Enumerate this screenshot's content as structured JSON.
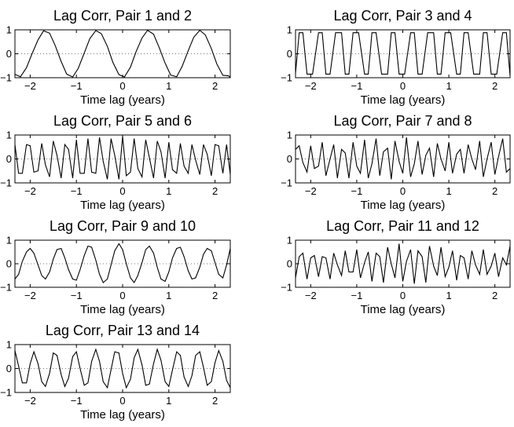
{
  "chart_data": [
    {
      "type": "line",
      "title": "Lag Corr, Pair 1 and 2",
      "xlabel": "Time lag (years)",
      "ylabel": "",
      "xlim": [
        -2.33,
        2.33
      ],
      "ylim": [
        -1,
        1
      ],
      "xticks": [
        "-2",
        "-1",
        "0",
        "1",
        "2"
      ],
      "yticks": [
        "-1",
        "0",
        "1"
      ],
      "zero_line": "dotted",
      "series": [
        {
          "x": [
            -2.33,
            -2.21,
            -2.08,
            -1.96,
            -1.83,
            -1.71,
            -1.58,
            -1.46,
            -1.33,
            -1.21,
            -1.08,
            -0.96,
            -0.83,
            -0.71,
            -0.58,
            -0.46,
            -0.33,
            -0.21,
            -0.08,
            0.04,
            0.17,
            0.29,
            0.42,
            0.54,
            0.67,
            0.79,
            0.92,
            1.04,
            1.17,
            1.29,
            1.42,
            1.54,
            1.67,
            1.79,
            1.92,
            2.04,
            2.17,
            2.29,
            2.33
          ],
          "y": [
            -0.86,
            -0.96,
            -0.58,
            0.0,
            0.58,
            0.96,
            0.86,
            0.35,
            -0.32,
            -0.85,
            -0.97,
            -0.61,
            0.03,
            0.63,
            0.97,
            0.84,
            0.31,
            -0.36,
            -0.87,
            -0.97,
            -0.56,
            0.08,
            0.66,
            0.98,
            0.82,
            0.27,
            -0.39,
            -0.89,
            -0.96,
            -0.52,
            0.13,
            0.69,
            0.98,
            0.79,
            0.22,
            -0.43,
            -0.9,
            -0.92,
            -0.98
          ]
        }
      ]
    },
    {
      "type": "line",
      "title": "Lag Corr, Pair 3 and 4",
      "xlabel": "Time lag (years)",
      "ylabel": "",
      "xlim": [
        -2.33,
        2.33
      ],
      "ylim": [
        -1,
        1
      ],
      "xticks": [
        "-2",
        "-1",
        "0",
        "1",
        "2"
      ],
      "yticks": [
        "-1",
        "0",
        "1"
      ],
      "zero_line": "dotted",
      "series": [
        {
          "x": [
            -2.33,
            -2.25,
            -2.17,
            -2.08,
            -1.96,
            -1.83,
            -1.75,
            -1.67,
            -1.58,
            -1.46,
            -1.33,
            -1.25,
            -1.17,
            -1.08,
            -0.96,
            -0.83,
            -0.75,
            -0.67,
            -0.58,
            -0.46,
            -0.33,
            -0.25,
            -0.17,
            -0.08,
            0.04,
            0.17,
            0.25,
            0.33,
            0.42,
            0.54,
            0.67,
            0.75,
            0.83,
            0.92,
            1.04,
            1.17,
            1.25,
            1.33,
            1.42,
            1.54,
            1.67,
            1.75,
            1.83,
            1.92,
            2.04,
            2.17,
            2.25,
            2.33
          ],
          "y": [
            -0.82,
            0.88,
            0.88,
            -0.85,
            -0.85,
            0.88,
            0.88,
            -0.85,
            -0.85,
            0.88,
            0.88,
            -0.85,
            -0.85,
            0.88,
            0.88,
            -0.85,
            -0.85,
            0.88,
            0.88,
            -0.85,
            -0.85,
            0.88,
            0.88,
            -0.85,
            -0.85,
            0.88,
            0.88,
            -0.85,
            -0.85,
            0.88,
            0.88,
            -0.85,
            -0.85,
            0.88,
            0.88,
            -0.85,
            -0.85,
            0.88,
            0.88,
            -0.85,
            -0.85,
            0.88,
            0.88,
            -0.85,
            -0.85,
            0.88,
            0.88,
            -0.92
          ]
        }
      ]
    },
    {
      "type": "line",
      "title": "Lag Corr, Pair 5 and 6",
      "xlabel": "Time lag (years)",
      "ylabel": "",
      "xlim": [
        -2.33,
        2.33
      ],
      "ylim": [
        -1,
        1
      ],
      "xticks": [
        "-2",
        "-1",
        "0",
        "1",
        "2"
      ],
      "yticks": [
        "-1",
        "0",
        "1"
      ],
      "zero_line": "dotted",
      "series": [
        {
          "x": [
            -2.33,
            -2.25,
            -2.17,
            -2.08,
            -2.0,
            -1.92,
            -1.83,
            -1.75,
            -1.67,
            -1.58,
            -1.5,
            -1.42,
            -1.33,
            -1.25,
            -1.17,
            -1.08,
            -1.0,
            -0.92,
            -0.83,
            -0.75,
            -0.67,
            -0.58,
            -0.5,
            -0.42,
            -0.33,
            -0.25,
            -0.17,
            -0.08,
            0.0,
            0.08,
            0.17,
            0.25,
            0.33,
            0.42,
            0.5,
            0.58,
            0.67,
            0.75,
            0.83,
            0.92,
            1.0,
            1.08,
            1.17,
            1.25,
            1.33,
            1.42,
            1.5,
            1.58,
            1.67,
            1.75,
            1.83,
            1.92,
            2.0,
            2.08,
            2.17,
            2.25,
            2.33
          ],
          "y": [
            0.6,
            -0.6,
            -0.6,
            0.6,
            0.55,
            -0.55,
            -0.5,
            0.65,
            -0.25,
            -0.75,
            0.75,
            0.15,
            -0.8,
            0.6,
            0.4,
            -0.8,
            0.8,
            -0.6,
            -0.6,
            0.85,
            -0.55,
            -0.6,
            0.9,
            -0.1,
            -0.85,
            0.85,
            0.15,
            -0.85,
            0.95,
            -0.7,
            -0.55,
            0.85,
            -0.4,
            -0.75,
            0.8,
            0.05,
            -0.8,
            0.75,
            0.3,
            -0.8,
            0.7,
            -0.45,
            -0.6,
            0.65,
            -0.3,
            -0.6,
            0.6,
            -0.05,
            -0.65,
            0.6,
            0.2,
            -0.7,
            0.6,
            0.55,
            -0.6,
            0.6,
            -0.65
          ]
        }
      ]
    },
    {
      "type": "line",
      "title": "Lag Corr, Pair 7 and 8",
      "xlabel": "Time lag (years)",
      "ylabel": "",
      "xlim": [
        -2.33,
        2.33
      ],
      "ylim": [
        -1,
        1
      ],
      "xticks": [
        "-2",
        "-1",
        "0",
        "1",
        "2"
      ],
      "yticks": [
        "-1",
        "0",
        "1"
      ],
      "zero_line": "dotted",
      "series": [
        {
          "x": [
            -2.33,
            -2.25,
            -2.17,
            -2.08,
            -2.0,
            -1.92,
            -1.83,
            -1.75,
            -1.67,
            -1.58,
            -1.5,
            -1.42,
            -1.33,
            -1.25,
            -1.17,
            -1.08,
            -1.0,
            -0.92,
            -0.83,
            -0.75,
            -0.67,
            -0.58,
            -0.5,
            -0.42,
            -0.33,
            -0.25,
            -0.17,
            -0.08,
            0.0,
            0.08,
            0.17,
            0.25,
            0.33,
            0.42,
            0.5,
            0.58,
            0.67,
            0.75,
            0.83,
            0.92,
            1.0,
            1.08,
            1.17,
            1.25,
            1.33,
            1.42,
            1.5,
            1.58,
            1.67,
            1.75,
            1.83,
            1.92,
            2.0,
            2.08,
            2.17,
            2.25,
            2.33
          ],
          "y": [
            0.4,
            0.55,
            -0.15,
            -0.55,
            0.55,
            -0.4,
            -0.3,
            0.7,
            -0.7,
            0.0,
            0.6,
            -0.8,
            0.4,
            0.25,
            -0.8,
            0.7,
            -0.3,
            -0.6,
            0.8,
            -0.8,
            -0.2,
            0.85,
            -0.7,
            0.3,
            0.45,
            -0.85,
            0.75,
            -0.1,
            -0.6,
            0.9,
            -0.75,
            -0.2,
            0.75,
            -0.65,
            0.15,
            0.45,
            -0.75,
            0.65,
            0.0,
            -0.5,
            0.7,
            -0.6,
            0.2,
            0.4,
            -0.6,
            0.6,
            0.0,
            -0.45,
            0.75,
            -0.75,
            0.0,
            0.7,
            -0.65,
            0.1,
            0.85,
            -0.55,
            -0.4
          ]
        }
      ]
    },
    {
      "type": "line",
      "title": "Lag Corr, Pair 9 and 10",
      "xlabel": "Time lag (years)",
      "ylabel": "",
      "xlim": [
        -2.33,
        2.33
      ],
      "ylim": [
        -1,
        1
      ],
      "xticks": [
        "-2",
        "-1",
        "0",
        "1",
        "2"
      ],
      "yticks": [
        "-1",
        "0",
        "1"
      ],
      "zero_line": "dotted",
      "series": [
        {
          "x": [
            -2.33,
            -2.25,
            -2.17,
            -2.08,
            -2.0,
            -1.92,
            -1.83,
            -1.75,
            -1.67,
            -1.58,
            -1.5,
            -1.42,
            -1.33,
            -1.25,
            -1.17,
            -1.08,
            -1.0,
            -0.92,
            -0.83,
            -0.75,
            -0.67,
            -0.58,
            -0.5,
            -0.42,
            -0.33,
            -0.25,
            -0.17,
            -0.08,
            0.0,
            0.08,
            0.17,
            0.25,
            0.33,
            0.42,
            0.5,
            0.58,
            0.67,
            0.75,
            0.83,
            0.92,
            1.0,
            1.08,
            1.17,
            1.25,
            1.33,
            1.42,
            1.5,
            1.58,
            1.67,
            1.75,
            1.83,
            1.92,
            2.0,
            2.08,
            2.17,
            2.25,
            2.33
          ],
          "y": [
            -0.65,
            -0.45,
            0.1,
            0.5,
            0.65,
            0.45,
            -0.05,
            -0.5,
            -0.65,
            -0.35,
            0.2,
            0.6,
            0.65,
            0.25,
            -0.25,
            -0.65,
            -0.7,
            -0.25,
            0.35,
            0.75,
            0.7,
            0.15,
            -0.45,
            -0.8,
            -0.65,
            -0.05,
            0.55,
            0.85,
            0.6,
            0.0,
            -0.6,
            -0.8,
            -0.5,
            0.05,
            0.6,
            0.75,
            0.45,
            -0.15,
            -0.65,
            -0.75,
            -0.35,
            0.25,
            0.65,
            0.7,
            0.3,
            -0.3,
            -0.65,
            -0.6,
            -0.15,
            0.4,
            0.65,
            0.55,
            0.05,
            -0.45,
            -0.6,
            -0.05,
            0.65
          ]
        }
      ]
    },
    {
      "type": "line",
      "title": "Lag Corr, Pair 11 and 12",
      "xlabel": "Time lag (years)",
      "ylabel": "",
      "xlim": [
        -2.33,
        2.33
      ],
      "ylim": [
        -1,
        1
      ],
      "xticks": [
        "-2",
        "-1",
        "0",
        "1",
        "2"
      ],
      "yticks": [
        "-1",
        "0",
        "1"
      ],
      "zero_line": "dotted",
      "series": [
        {
          "x": [
            -2.33,
            -2.25,
            -2.17,
            -2.08,
            -2.0,
            -1.92,
            -1.83,
            -1.75,
            -1.67,
            -1.58,
            -1.5,
            -1.42,
            -1.33,
            -1.25,
            -1.17,
            -1.08,
            -1.0,
            -0.92,
            -0.83,
            -0.75,
            -0.67,
            -0.58,
            -0.5,
            -0.42,
            -0.33,
            -0.25,
            -0.17,
            -0.08,
            0.0,
            0.08,
            0.17,
            0.25,
            0.33,
            0.42,
            0.5,
            0.58,
            0.67,
            0.75,
            0.83,
            0.92,
            1.0,
            1.08,
            1.17,
            1.25,
            1.33,
            1.42,
            1.5,
            1.58,
            1.67,
            1.75,
            1.83,
            1.92,
            2.0,
            2.08,
            2.17,
            2.25,
            2.33
          ],
          "y": [
            -0.6,
            0.3,
            0.45,
            -0.65,
            0.25,
            0.35,
            -0.55,
            0.3,
            0.25,
            -0.65,
            0.45,
            -0.05,
            -0.5,
            0.55,
            -0.35,
            -0.35,
            0.6,
            -0.6,
            0.05,
            0.5,
            -0.75,
            0.45,
            0.3,
            -0.8,
            0.7,
            0.0,
            -0.6,
            0.85,
            -0.75,
            0.1,
            0.6,
            -0.85,
            0.55,
            0.3,
            -0.8,
            0.75,
            -0.1,
            -0.5,
            0.7,
            -0.55,
            -0.15,
            0.55,
            -0.7,
            0.35,
            0.25,
            -0.65,
            0.55,
            -0.05,
            -0.45,
            0.6,
            -0.45,
            -0.1,
            0.45,
            -0.55,
            0.25,
            -0.05,
            0.75
          ]
        }
      ]
    },
    {
      "type": "line",
      "title": "Lag Corr, Pair 13 and 14",
      "xlabel": "Time lag (years)",
      "ylabel": "",
      "xlim": [
        -2.33,
        2.33
      ],
      "ylim": [
        -1,
        1
      ],
      "xticks": [
        "-2",
        "-1",
        "0",
        "1",
        "2"
      ],
      "yticks": [
        "-1",
        "0",
        "1"
      ],
      "zero_line": "dotted",
      "series": [
        {
          "x": [
            -2.33,
            -2.25,
            -2.17,
            -2.08,
            -2.0,
            -1.92,
            -1.83,
            -1.75,
            -1.67,
            -1.58,
            -1.5,
            -1.42,
            -1.33,
            -1.25,
            -1.17,
            -1.08,
            -1.0,
            -0.92,
            -0.83,
            -0.75,
            -0.67,
            -0.58,
            -0.5,
            -0.42,
            -0.33,
            -0.25,
            -0.17,
            -0.08,
            0.0,
            0.08,
            0.17,
            0.25,
            0.33,
            0.42,
            0.5,
            0.58,
            0.67,
            0.75,
            0.83,
            0.92,
            1.0,
            1.08,
            1.17,
            1.25,
            1.33,
            1.42,
            1.5,
            1.58,
            1.67,
            1.75,
            1.83,
            1.92,
            2.0,
            2.08,
            2.17,
            2.25,
            2.33
          ],
          "y": [
            0.75,
            0.1,
            -0.6,
            -0.6,
            0.2,
            0.7,
            0.2,
            -0.55,
            -0.75,
            -0.2,
            0.65,
            0.55,
            -0.25,
            -0.75,
            -0.4,
            0.5,
            0.7,
            0.0,
            -0.7,
            -0.6,
            0.3,
            0.8,
            0.3,
            -0.55,
            -0.8,
            -0.05,
            0.7,
            0.65,
            -0.2,
            -0.8,
            -0.45,
            0.45,
            0.8,
            0.15,
            -0.7,
            -0.65,
            0.2,
            0.8,
            0.35,
            -0.55,
            -0.75,
            -0.05,
            0.7,
            0.55,
            -0.35,
            -0.75,
            -0.3,
            0.55,
            0.7,
            0.05,
            -0.7,
            -0.55,
            0.25,
            0.75,
            0.3,
            -0.5,
            -0.8
          ]
        }
      ]
    }
  ]
}
